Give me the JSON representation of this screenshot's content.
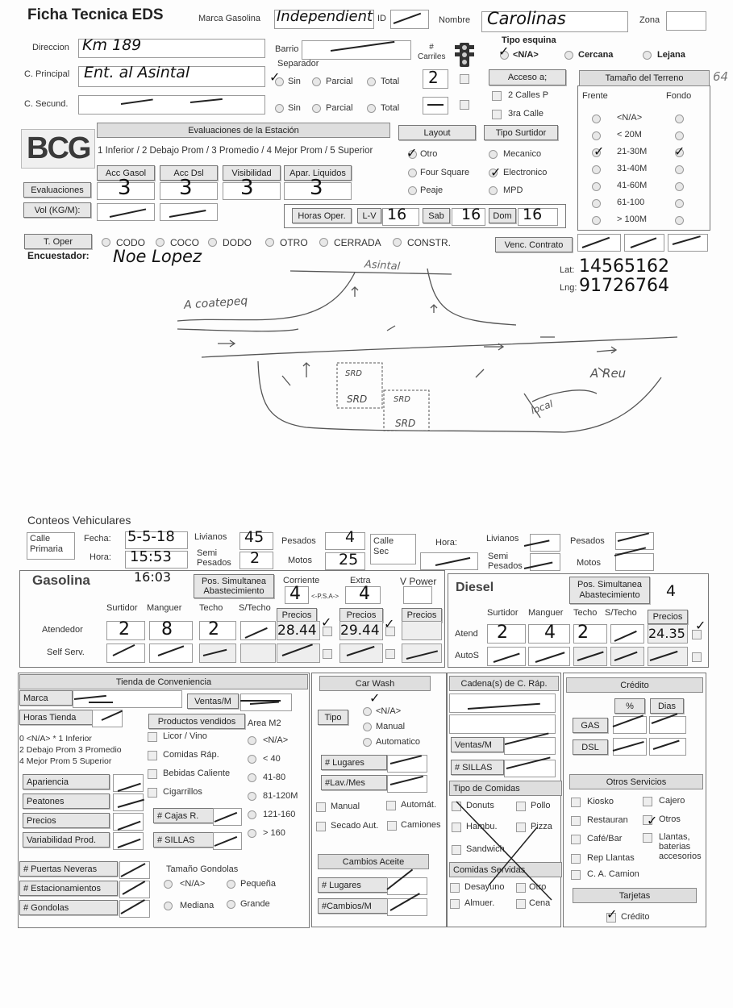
{
  "header": {
    "title": "Ficha Tecnica EDS",
    "marca_label": "Marca Gasolina",
    "marca_value": "Independient",
    "id_label": "ID",
    "nombre_label": "Nombre",
    "nombre_value": "Carolinas",
    "zona_label": "Zona"
  },
  "location": {
    "direccion_label": "Direccion",
    "direccion_value": "Km 189",
    "barrio_label": "Barrio",
    "principal_label": "C. Principal",
    "principal_value": "Ent. al Asintal",
    "secund_label": "C. Secund.",
    "separador_label": "Separador",
    "sin": "Sin",
    "parcial": "Parcial",
    "total": "Total",
    "carriles_label": "# Carriles",
    "carriles_value": "2",
    "tipo_esquina_label": "Tipo esquina",
    "esquina_options": [
      "<N/A>",
      "Cercana",
      "Lejana"
    ],
    "acceso_label": "Acceso a;",
    "calles_p": "2 Calles P",
    "tercera_calle": "3ra Calle"
  },
  "terreno": {
    "title": "Tamaño del Terreno",
    "frente": "Frente",
    "fondo": "Fondo",
    "options": [
      "<N/A>",
      "< 20M",
      "21-30M",
      "31-40M",
      "41-60M",
      "61-100",
      "> 100M"
    ],
    "margin_note": "64"
  },
  "evaluaciones": {
    "logo": "BCG",
    "header": "Evaluaciones de la Estación",
    "scale": "1 Inferior / 2 Debajo Prom / 3 Promedio / 4 Mejor Prom / 5 Superior",
    "columns": [
      "Acc Gasol",
      "Acc Dsl",
      "Visibilidad",
      "Apar. Liquidos"
    ],
    "values": [
      "3",
      "3",
      "3",
      "3"
    ],
    "row_label": "Evaluaciones",
    "vol_label": "Vol (KG/M):"
  },
  "layout": {
    "label": "Layout",
    "options": [
      "Otro",
      "Four Square",
      "Peaje"
    ],
    "surtidor_label": "Tipo Surtidor",
    "surtidor_options": [
      "Mecanico",
      "Electronico",
      "MPD"
    ]
  },
  "horas": {
    "label": "Horas Oper.",
    "lv": "L-V",
    "lv_value": "16",
    "sab": "Sab",
    "sab_value": "16",
    "dom": "Dom",
    "dom_value": "16"
  },
  "operacion": {
    "label": "T. Oper",
    "options": [
      "CODO",
      "COCO",
      "DODO",
      "OTRO",
      "CERRADA",
      "CONSTR."
    ],
    "contrato_label": "Venc. Contrato",
    "encuestador_label": "Encuestador:",
    "encuestador_value": "Noe Lopez",
    "lat_label": "Lat:",
    "lat_value": "14565162",
    "lng_label": "Lng:",
    "lng_value": "91726764"
  },
  "sketch": {
    "asintal": "Asintal",
    "coatepeque": "A coatepeq",
    "reu": "A Reu",
    "local": "local",
    "srp1a": "SRD",
    "srp1b": "SRD",
    "srp2a": "SRD",
    "srp2b": "SRD"
  },
  "conteos": {
    "title": "Conteos Vehiculares",
    "calle_primaria": "Calle Primaria",
    "fecha_label": "Fecha:",
    "fecha_value": "5-5-18",
    "hora_label": "Hora:",
    "hora_value": "15:53",
    "livianos_label": "Livianos",
    "livianos_value": "45",
    "pesados_label": "Pesados",
    "pesados_value": "4",
    "semi_label": "Semi Pesados",
    "semi_value": "2",
    "motos_label": "Motos",
    "motos_value": "25",
    "calle_sec": "Calle Sec",
    "hora2_label": "Hora:",
    "livianos2_label": "Livianos",
    "pesados2_label": "Pesados",
    "semi2_label": "Semi Pesados",
    "motos2_label": "Motos"
  },
  "gasolina": {
    "title": "Gasolina",
    "time_note": "16:03",
    "pos_label": "Pos. Simultanea Abastecimiento",
    "corriente": "Corriente",
    "corriente_value": "4",
    "psa": "<-P.S.A->",
    "extra": "Extra",
    "extra_value": "4",
    "vpower": "V Power",
    "cols": [
      "Surtidor",
      "Manguer",
      "Techo",
      "S/Techo"
    ],
    "atendedor": "Atendedor",
    "atendedor_values": [
      "2",
      "8",
      "2"
    ],
    "self": "Self Serv.",
    "precios": "Precios",
    "precio_corriente": "28.44",
    "precio_extra": "29.44"
  },
  "diesel": {
    "title": "Diesel",
    "pos_label": "Pos. Simultanea Abastecimiento",
    "pos_value": "4",
    "cols": [
      "Surtidor",
      "Manguer",
      "Techo",
      "S/Techo"
    ],
    "precios": "Precios",
    "atend": "Atend",
    "atend_values": [
      "2",
      "4",
      "2"
    ],
    "precio_value": "24.35",
    "autos": "AutoS"
  },
  "tienda": {
    "header": "Tienda de Conveniencia",
    "marca": "Marca",
    "ventas": "Ventas/M",
    "horas": "Horas Tienda",
    "productos": "Productos vendidos",
    "area": "Area M2",
    "scale_lines": [
      "0 <N/A>   *  1 Inferior",
      "2 Debajo Prom  3 Promedio",
      "4 Mejor Prom   5 Superior"
    ],
    "productos_list": [
      "Licor / Vino",
      "Comidas Ráp.",
      "Bebidas Caliente",
      "Cigarrillos"
    ],
    "area_list": [
      "<N/A>",
      "< 40",
      "41-80",
      "81-120M",
      "121-160",
      "> 160"
    ],
    "eval_list": [
      "Apariencia",
      "Peatones",
      "Precios",
      "Variabilidad Prod."
    ],
    "cajas": "# Cajas R.",
    "sillas": "# SILLAS",
    "puertas": "# Puertas Neveras",
    "estacionamientos": "# Estacionamientos",
    "gondolas": "# Gondolas",
    "tamano": "Tamaño Gondolas",
    "tamano_opts": [
      "<N/A>",
      "Pequeña",
      "Mediana",
      "Grande"
    ]
  },
  "carwash": {
    "header": "Car Wash",
    "tipo": "Tipo",
    "tipo_opts": [
      "<N/A>",
      "Manual",
      "Automatico"
    ],
    "lugares": "# Lugares",
    "lav": "#Lav./Mes",
    "checks": [
      "Manual",
      "Automát.",
      "Secado Aut.",
      "Camiones"
    ],
    "aceite": "Cambios Aceite",
    "aceite_lugares": "# Lugares",
    "aceite_cambios": "#Cambios/M"
  },
  "cadena": {
    "header": "Cadena(s) de C. Ráp.",
    "ventas": "Ventas/M",
    "sillas": "# SILLAS",
    "tipo": "Tipo de Comidas",
    "tipo_list": [
      "Donuts",
      "Pollo",
      "Hambu.",
      "Pizza",
      "Sandwich"
    ],
    "servidas": "Comidas Servidas",
    "servidas_list": [
      "Desayuno",
      "Otro",
      "Almuer.",
      "Cena"
    ]
  },
  "credito": {
    "header": "Crédito",
    "pct": "%",
    "dias": "Dias",
    "gas": "GAS",
    "dsl": "DSL",
    "otros": "Otros Servicios",
    "otros_list": [
      "Kiosko",
      "Cajero",
      "Restauran",
      "Otros",
      "Café/Bar",
      "Llantas, baterias accesorios",
      "Rep Llantas",
      "C. A. Camion"
    ],
    "tarjetas": "Tarjetas",
    "tarjetas_credito": "Crédito"
  }
}
